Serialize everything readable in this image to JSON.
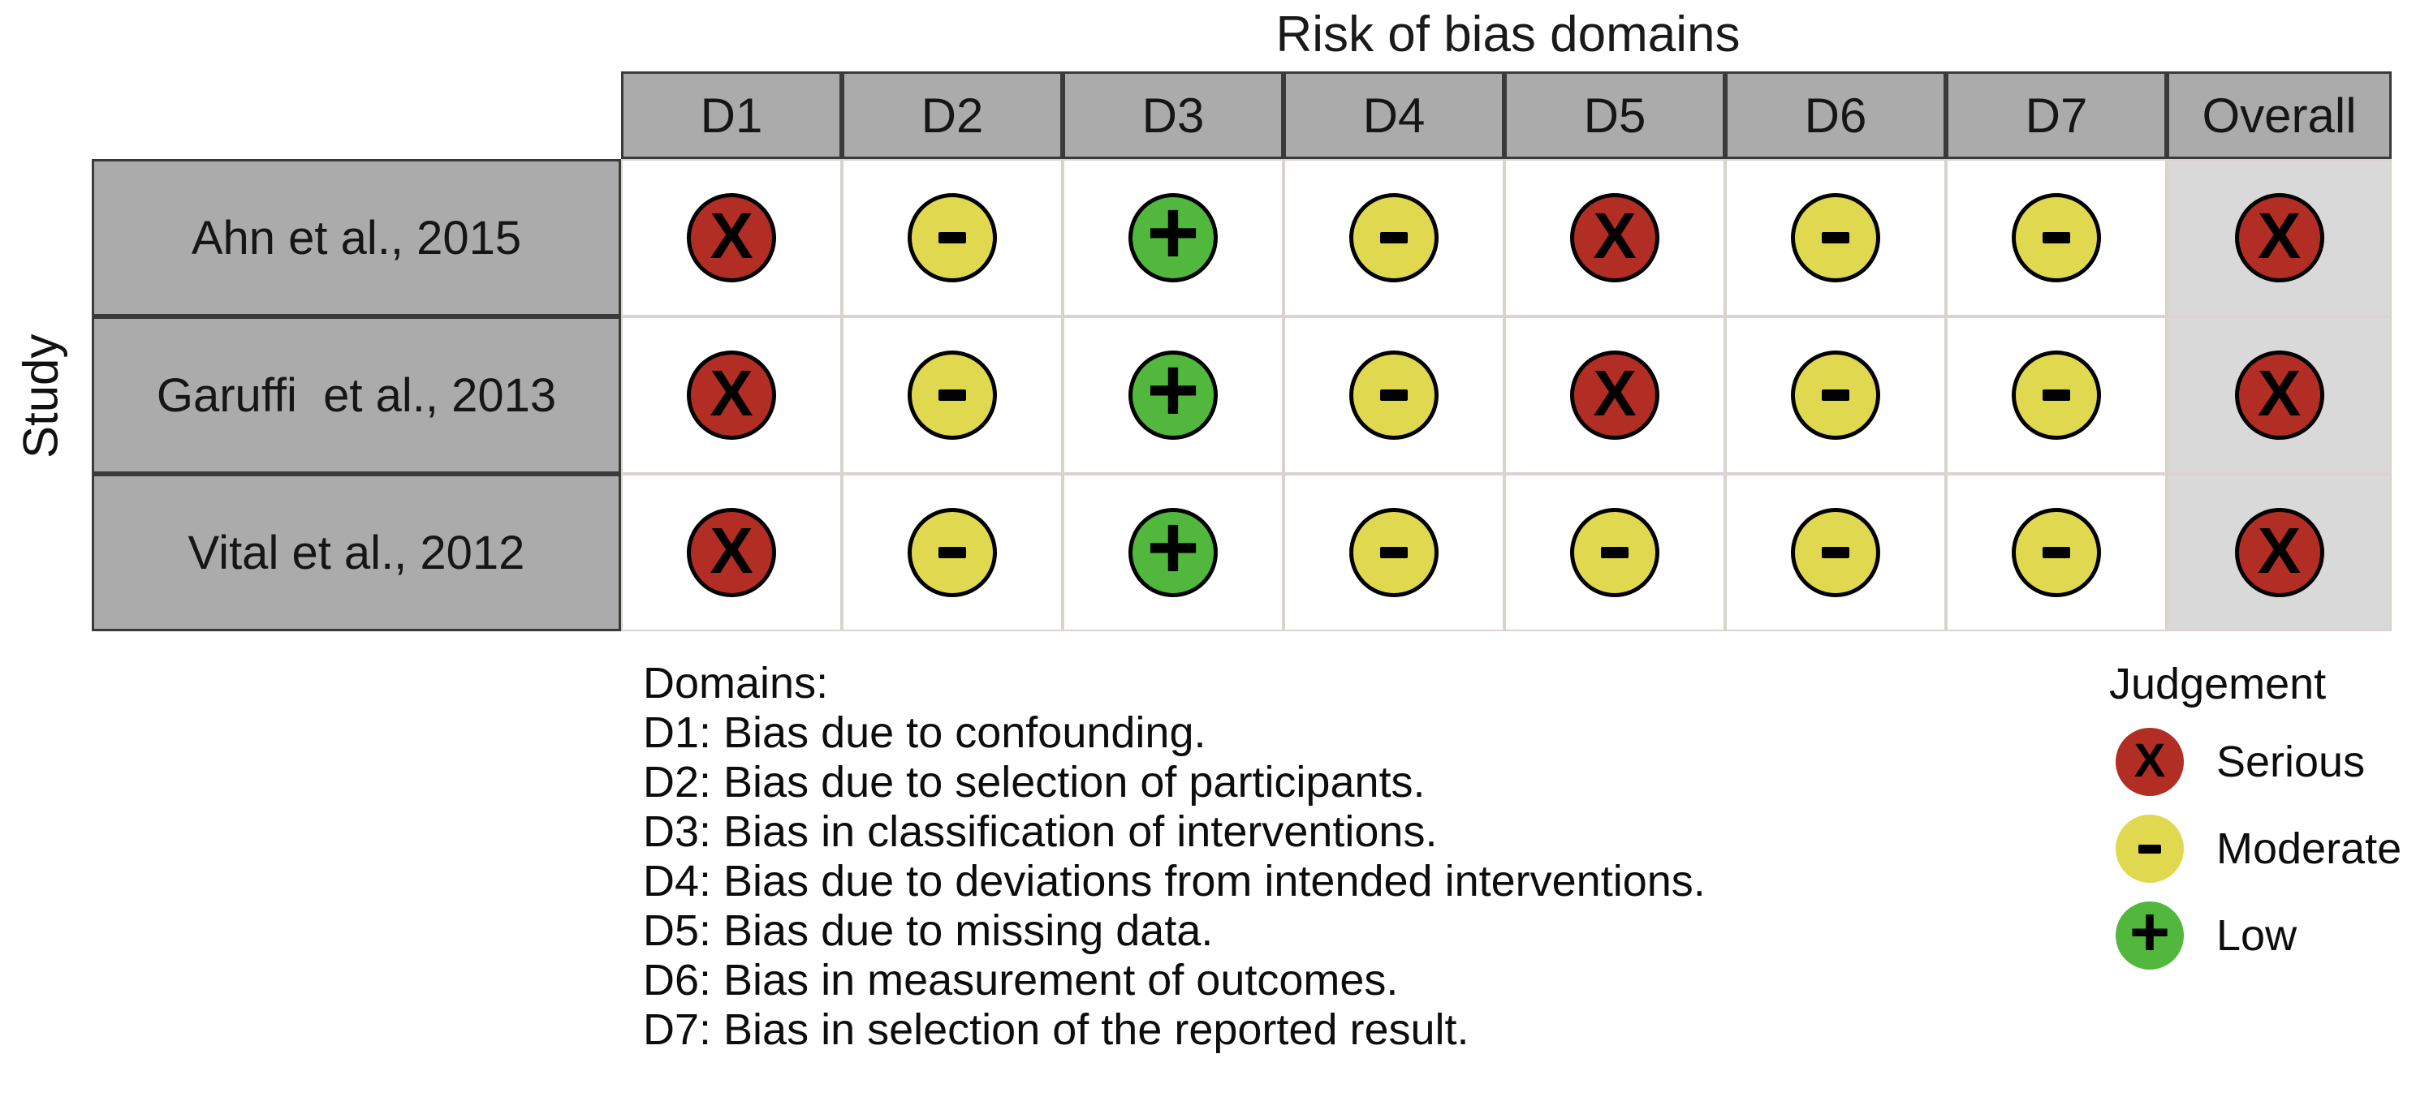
{
  "chart_data": {
    "type": "table",
    "title": "Risk of bias domains",
    "ylabel": "Study",
    "columns": [
      "D1",
      "D2",
      "D3",
      "D4",
      "D5",
      "D6",
      "D7",
      "Overall"
    ],
    "rows": [
      {
        "study": "Ahn et al., 2015",
        "judgements": [
          "Serious",
          "Moderate",
          "Low",
          "Moderate",
          "Serious",
          "Moderate",
          "Moderate",
          "Serious"
        ]
      },
      {
        "study": "Garuffi  et al., 2013",
        "judgements": [
          "Serious",
          "Moderate",
          "Low",
          "Moderate",
          "Serious",
          "Moderate",
          "Moderate",
          "Serious"
        ]
      },
      {
        "study": "Vital et al., 2012",
        "judgements": [
          "Serious",
          "Moderate",
          "Low",
          "Moderate",
          "Moderate",
          "Moderate",
          "Moderate",
          "Serious"
        ]
      }
    ],
    "judgement_styles": {
      "Serious": {
        "symbol": "X",
        "color": "#b22d23"
      },
      "Moderate": {
        "symbol": "-",
        "color": "#e0d94f"
      },
      "Low": {
        "symbol": "+",
        "color": "#51b73d"
      }
    },
    "legend": {
      "title": "Judgement",
      "entries": [
        "Serious",
        "Moderate",
        "Low"
      ]
    },
    "footnote": {
      "heading": "Domains:",
      "items": [
        "D1: Bias due to confounding.",
        "D2: Bias due to selection of participants.",
        "D3: Bias in classification of interventions.",
        "D4: Bias due to deviations from intended interventions.",
        "D5: Bias due to missing data.",
        "D6: Bias in measurement of outcomes.",
        "D7: Bias in selection of the reported result."
      ]
    },
    "colors": {
      "header_bg": "#ababab",
      "overall_column_bg": "#d9d9d9",
      "grid_border_dark": "#3a3a3a",
      "cell_border_light": "#d8d4cc"
    }
  }
}
